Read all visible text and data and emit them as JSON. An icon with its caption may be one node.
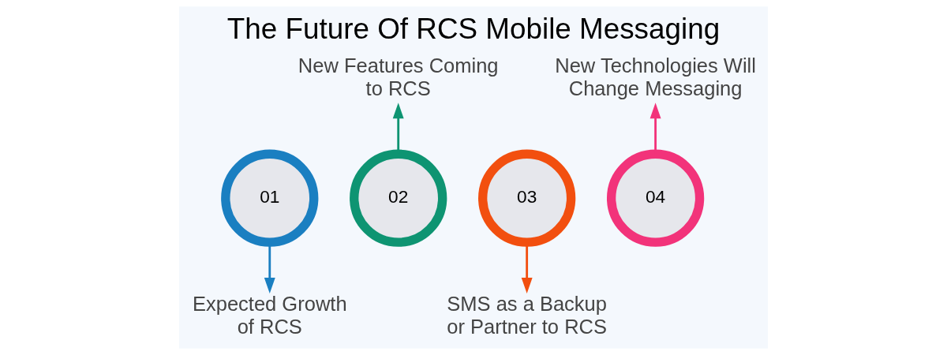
{
  "diagram": {
    "title": "The Future Of RCS Mobile Messaging",
    "nodes": [
      {
        "text": [
          "01"
        ]
      },
      {
        "text": [
          "Expected Growth of RCS"
        ]
      },
      {
        "text": [
          "02"
        ]
      },
      {
        "text": [
          "New Features Coming to RCS"
        ]
      },
      {
        "text": [
          "03"
        ]
      },
      {
        "text": [
          "SMS as a Backup or Partner to RCS"
        ]
      },
      {
        "text": [
          "04"
        ]
      },
      {
        "text": [
          "New Technologies Will Change Messaging"
        ]
      }
    ],
    "edges": [
      {
        "from": 0,
        "to": 1,
        "arrow": "to",
        "color": "#1a7fc1"
      },
      {
        "from": 2,
        "to": 3,
        "arrow": "to",
        "color": "#0e9472"
      },
      {
        "from": 4,
        "to": 5,
        "arrow": "to",
        "color": "#f24f0f"
      },
      {
        "from": 6,
        "to": 7,
        "arrow": "to",
        "color": "#f2337a"
      }
    ]
  }
}
